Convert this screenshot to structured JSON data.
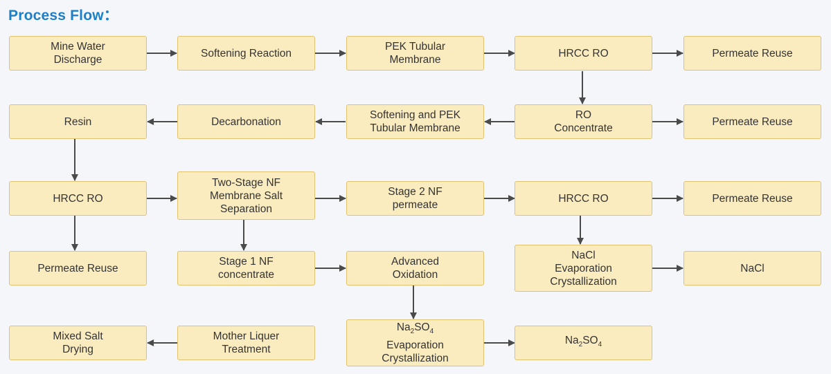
{
  "title": "Process Flow：",
  "nodes": {
    "n1": "Mine Water\nDischarge",
    "n2": "Softening Reaction",
    "n3": "PEK Tubular\nMembrane",
    "n4": "HRCC RO",
    "n5": "Permeate Reuse",
    "n6": "Resin",
    "n7": "Decarbonation",
    "n8": "Softening and PEK\nTubular Membrane",
    "n9": "RO\nConcentrate",
    "n10": "Permeate Reuse",
    "n11": "HRCC RO",
    "n12": "Two-Stage NF\nMembrane Salt\nSeparation",
    "n13": "Stage 2 NF\npermeate",
    "n14": "HRCC RO",
    "n15": "Permeate Reuse",
    "n16": "Permeate Reuse",
    "n17": "Stage 1 NF\nconcentrate",
    "n18": "Advanced\nOxidation",
    "n19": "NaCl\nEvaporation\nCrystallization",
    "n20": "NaCl",
    "n21": "Mixed Salt\nDrying",
    "n22": "Mother Liquer\nTreatment",
    "n23_formula": {
      "base1": "Na",
      "sub1": "2",
      "base2": "SO",
      "sub2": "4"
    },
    "n23_rest": "Evaporation\nCrystallization",
    "n24_formula": {
      "base1": "Na",
      "sub1": "2",
      "base2": "SO",
      "sub2": "4"
    }
  },
  "colors": {
    "title": "#1d7fc7",
    "node_fill": "#fbecc0",
    "node_border": "#e1c270",
    "arrow": "#4a4a4a"
  }
}
